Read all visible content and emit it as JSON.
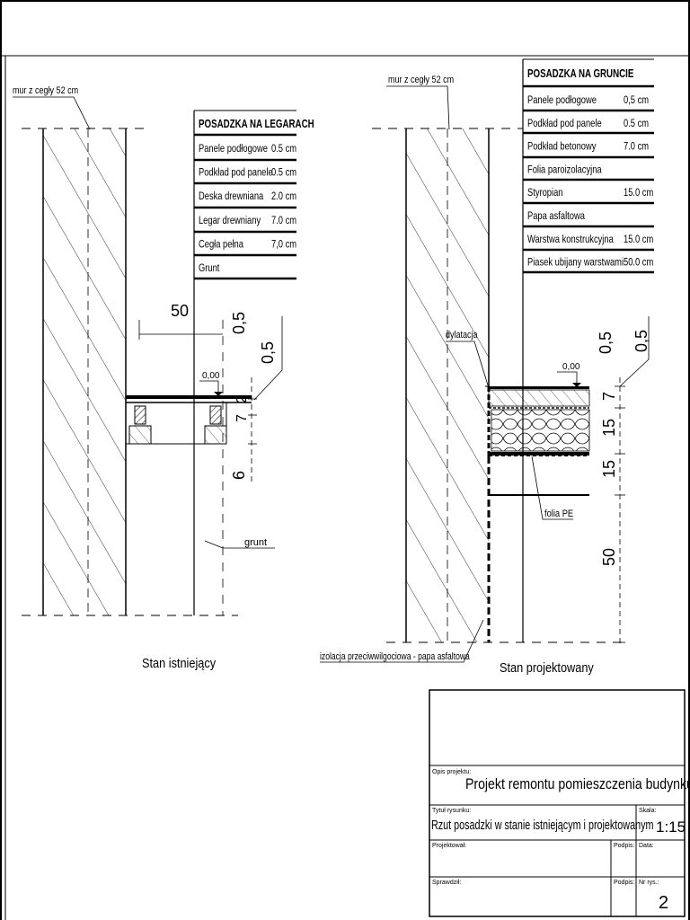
{
  "left_detail": {
    "wall_label": "mur z cegły 52 cm",
    "table_title": "POSADZKA NA LEGARACH",
    "layers": [
      {
        "name": "Panele podłogowe",
        "thickness": "0.5 cm"
      },
      {
        "name": "Podkład pod panele",
        "thickness": "0.5 cm"
      },
      {
        "name": "Deska drewniana",
        "thickness": "2.0 cm"
      },
      {
        "name": "Legar drewniany",
        "thickness": "7.0 cm"
      },
      {
        "name": "Cegła pełna",
        "thickness": "7,0 cm"
      },
      {
        "name": "Grunt",
        "thickness": ""
      }
    ],
    "dim_width": "50",
    "dim_a": "0,5",
    "dim_b": "0,5",
    "level": "0,00",
    "dim_7a": "7",
    "dim_2": "2",
    "dim_6": "6",
    "soil_label": "grunt",
    "caption": "Stan istniejący"
  },
  "right_detail": {
    "wall_label": "mur z cegły 52 cm",
    "table_title": "POSADZKA NA GRUNCIE",
    "layers": [
      {
        "name": "Panele podłogowe",
        "thickness": "0,5 cm"
      },
      {
        "name": "Podkład pod panele",
        "thickness": "0.5 cm"
      },
      {
        "name": "Podkład betonowy",
        "thickness": "7.0 cm"
      },
      {
        "name": "Folia paroizolacyjna",
        "thickness": ""
      },
      {
        "name": "Styropian",
        "thickness": "15.0 cm"
      },
      {
        "name": "Papa asfaltowa",
        "thickness": ""
      },
      {
        "name": "Warstwa konstrukcyjna",
        "thickness": "15.0 cm"
      },
      {
        "name": "Piasek ubijany warstwami",
        "thickness": "50.0 cm"
      }
    ],
    "dylatacja": "dylatacja",
    "level": "0,00",
    "dim_a": "0,5",
    "dim_b": "0,5",
    "dim_7": "7",
    "dim_15a": "15",
    "dim_15b": "15",
    "dim_50": "50",
    "folia_label": "folia PE",
    "insulation_label": "izolacja przeciwwilgociowa - papa asfaltowa",
    "caption": "Stan projektowany"
  },
  "title_block": {
    "opis_label": "Opis projektu:",
    "opis_value": "Projekt remontu pomieszczenia budynku",
    "tytul_label": "Tytuł rysunku:",
    "tytul_value": "Rzut posadzki w stanie istniejącym i projektowanym",
    "skala_label": "Skala:",
    "skala_value": "1:15",
    "projektowal_label": "Projektował:",
    "podpis_label": "Podpis:",
    "data_label": "Data:",
    "sprawdzil_label": "Sprawdził:",
    "podpis2_label": "Podpis:",
    "nr_label": "Nr rys.:",
    "nr_value": "2"
  }
}
